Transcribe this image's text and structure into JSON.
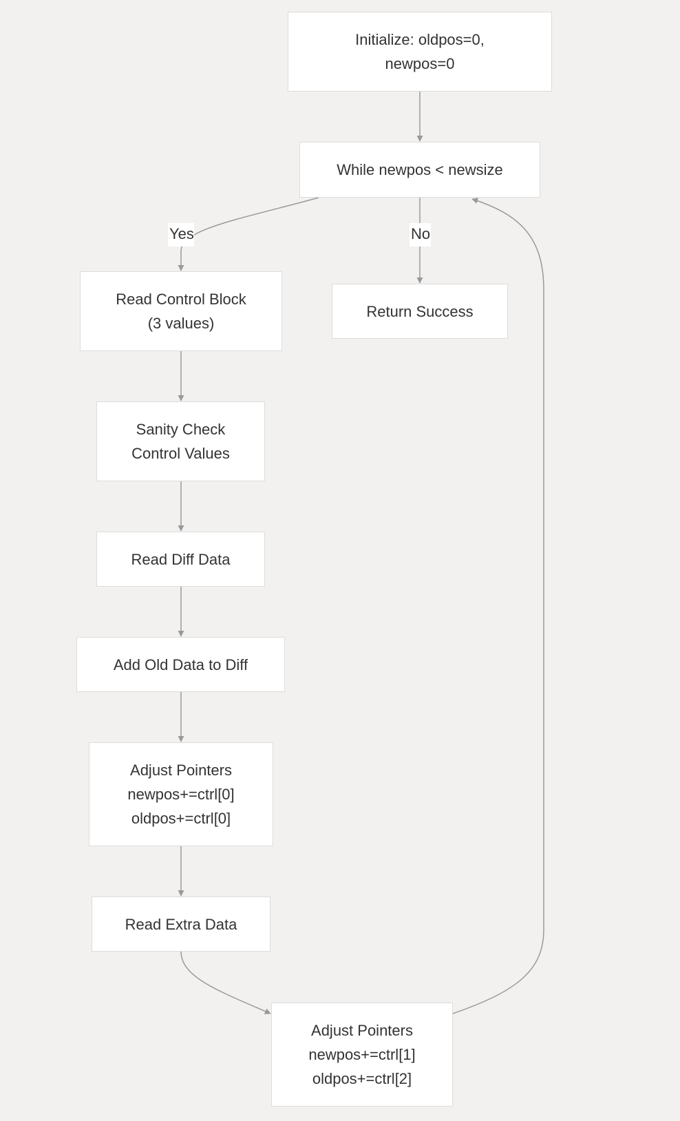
{
  "diagram": {
    "nodes": {
      "init": {
        "line1": "Initialize: oldpos=0,",
        "line2": "newpos=0"
      },
      "loop": {
        "line1": "While newpos < newsize"
      },
      "read_control": {
        "line1": "Read Control Block",
        "line2": "(3 values)"
      },
      "sanity": {
        "line1": "Sanity Check",
        "line2": "Control Values"
      },
      "read_diff": {
        "line1": "Read Diff Data"
      },
      "add_old": {
        "line1": "Add Old Data to Diff"
      },
      "adjust1": {
        "line1": "Adjust Pointers",
        "line2": "newpos+=ctrl[0]",
        "line3": "oldpos+=ctrl[0]"
      },
      "read_extra": {
        "line1": "Read Extra Data"
      },
      "adjust2": {
        "line1": "Adjust Pointers",
        "line2": "newpos+=ctrl[1]",
        "line3": "oldpos+=ctrl[2]"
      },
      "return": {
        "line1": "Return Success"
      }
    },
    "edge_labels": {
      "yes": "Yes",
      "no": "No"
    },
    "colors": {
      "background": "#f2f1ef",
      "node_fill": "#ffffff",
      "node_border": "#dcdcdc",
      "edge": "#999999",
      "text": "#333333"
    }
  }
}
